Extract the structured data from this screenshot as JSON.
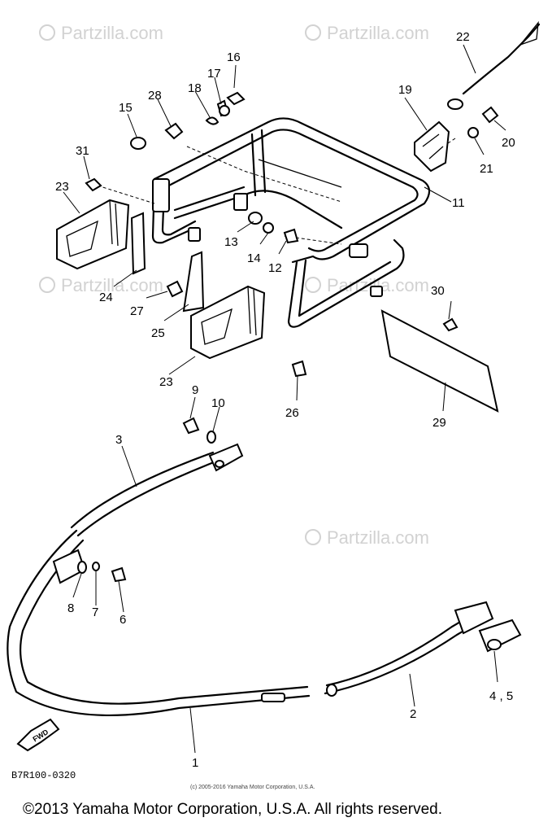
{
  "watermark": "Partzilla.com",
  "callouts": {
    "c1": "1",
    "c2": "2",
    "c3": "3",
    "c45": "4 , 5",
    "c6": "6",
    "c7": "7",
    "c8": "8",
    "c9": "9",
    "c10": "10",
    "c11": "11",
    "c12": "12",
    "c13": "13",
    "c14": "14",
    "c15": "15",
    "c16": "16",
    "c17": "17",
    "c18": "18",
    "c19": "19",
    "c20": "20",
    "c21": "21",
    "c22": "22",
    "c23a": "23",
    "c23b": "23",
    "c24": "24",
    "c25": "25",
    "c26": "26",
    "c27": "27",
    "c28": "28",
    "c29": "29",
    "c30": "30",
    "c31": "31"
  },
  "fwd_label": "FWD",
  "diagram_code": "B7R100-0320",
  "small_copyright": "(c) 2005-2016 Yamaha Motor Corporation, U.S.A.",
  "footer_copyright": "©2013 Yamaha Motor Corporation, U.S.A. All rights reserved."
}
